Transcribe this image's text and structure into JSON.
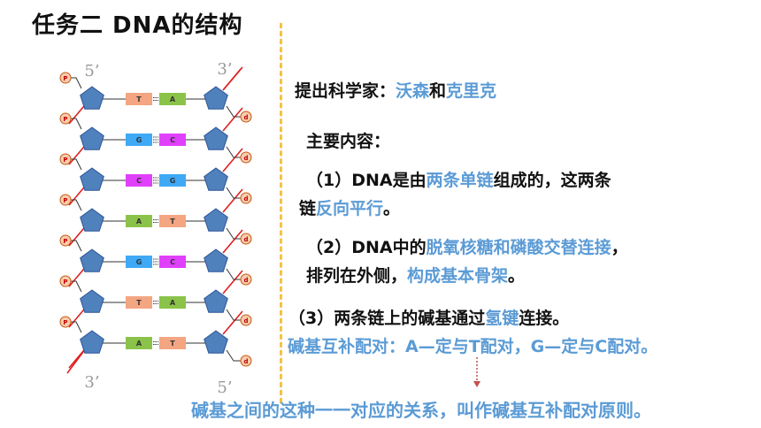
{
  "title": "任务二 DNA的结构",
  "diagram": {
    "label_5_top": "5’",
    "label_3_top": "3’",
    "label_3_bottom": "3’",
    "label_5_bottom": "5’",
    "phosphate_letter": "P",
    "deoxyribose_letter": "d",
    "base_pairs": [
      {
        "left": "T",
        "right": "A",
        "left_color": "#f4a582",
        "right_color": "#8bc34a"
      },
      {
        "left": "G",
        "right": "C",
        "left_color": "#3fa9f5",
        "right_color": "#e040fb"
      },
      {
        "left": "C",
        "right": "G",
        "left_color": "#e040fb",
        "right_color": "#3fa9f5"
      },
      {
        "left": "A",
        "right": "T",
        "left_color": "#8bc34a",
        "right_color": "#f4a582"
      },
      {
        "left": "G",
        "right": "C",
        "left_color": "#3fa9f5",
        "right_color": "#e040fb"
      },
      {
        "left": "T",
        "right": "A",
        "left_color": "#f4a582",
        "right_color": "#8bc34a"
      },
      {
        "left": "A",
        "right": "T",
        "left_color": "#8bc34a",
        "right_color": "#f4a582"
      }
    ]
  },
  "content": {
    "proposer_label": "提出科学家：",
    "proposer_1": "沃森",
    "proposer_and": "和",
    "proposer_2": "克里克",
    "main_label": "主要内容：",
    "p1_a": "（1）DNA是由",
    "p1_b": "两条单链",
    "p1_c": "组成的，这两条",
    "p1_d": "链",
    "p1_e": "反向平行",
    "p1_f": "。",
    "p2_a": "（2）DNA中的",
    "p2_b": "脱氧核糖和磷酸交替连接",
    "p2_c": "，",
    "p2_d": "排列在外侧，",
    "p2_e": "构成基本骨架",
    "p2_f": "。",
    "p3_a": "（3）两条链上的碱基通过",
    "p3_b": "氢键",
    "p3_c": "连接。",
    "p3_rule": "碱基互补配对：A—定与T配对，G—定与C配对。",
    "principle": "碱基之间的这种一一对应的关系，叫作碱基互补配对原则。"
  },
  "colors": {
    "highlight": "#5b9bd5",
    "divider": "#f5c242",
    "backbone": "#e02020",
    "sugar": "#4f81bd",
    "phosphate": "#f8cbad"
  }
}
